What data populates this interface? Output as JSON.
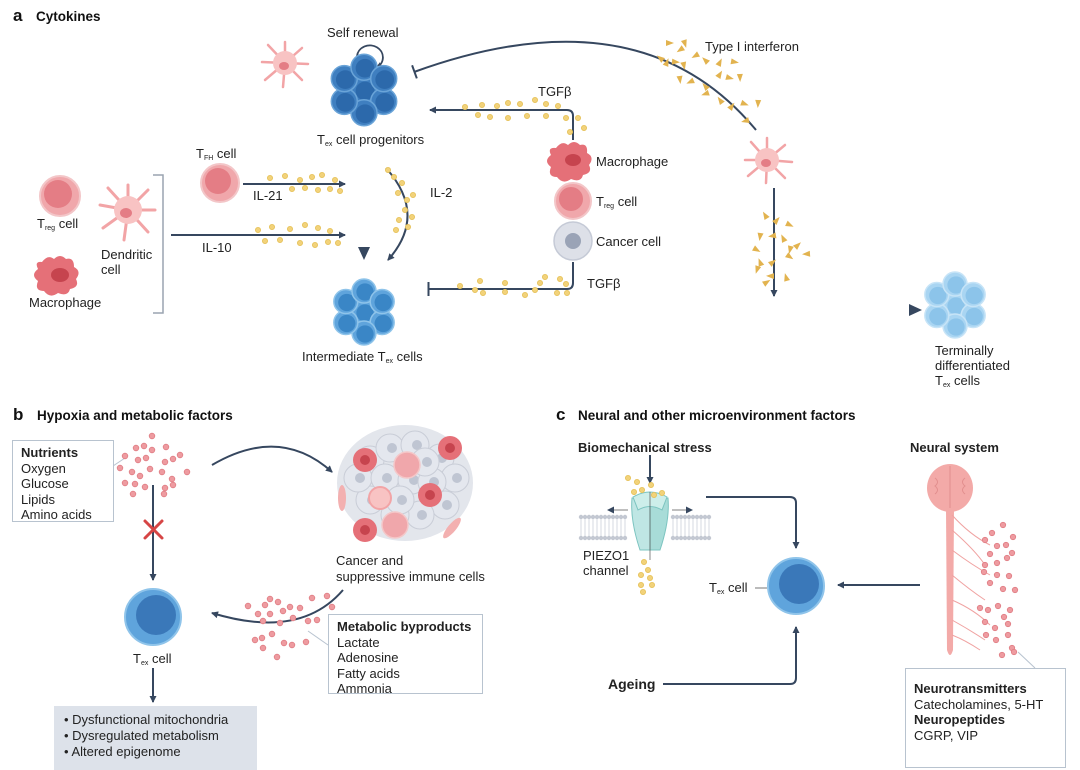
{
  "panel_a": {
    "letter": "a",
    "title": "Cytokines",
    "self_renewal": "Self renewal",
    "progenitors": {
      "pre": "T",
      "sub": "ex",
      "post": " cell progenitors"
    },
    "intermediate": {
      "pre": "Intermediate T",
      "sub": "ex",
      "post": " cells"
    },
    "terminal": {
      "line1": "Terminally",
      "line2": "differentiated",
      "pre": "T",
      "sub": "ex",
      "post": " cells"
    },
    "tfh": {
      "pre": "T",
      "sub": "FH",
      "post": " cell"
    },
    "treg_left": {
      "pre": "T",
      "sub": "reg",
      "post": " cell"
    },
    "dendritic": {
      "line1": "Dendritic",
      "line2": "cell"
    },
    "macrophage_left": "Macrophage",
    "il21": "IL-21",
    "il10": "IL-10",
    "il2": "IL-2",
    "tgfb_top": "TGFβ",
    "tgfb_bottom": "TGFβ",
    "macrophage_mid": "Macrophage",
    "treg_mid": {
      "pre": "T",
      "sub": "reg",
      "post": " cell"
    },
    "cancer_cell": "Cancer cell",
    "type1_ifn": "Type I interferon"
  },
  "panel_b": {
    "letter": "b",
    "title": "Hypoxia and metabolic factors",
    "nutrients": {
      "heading": "Nutrients",
      "items": [
        "Oxygen",
        "Glucose",
        "Lipids",
        "Amino acids"
      ]
    },
    "tumor_label": {
      "line1": "Cancer and",
      "line2": "suppressive immune cells"
    },
    "tex_cell": {
      "pre": "T",
      "sub": "ex",
      "post": " cell"
    },
    "byproducts": {
      "heading": "Metabolic byproducts",
      "items": [
        "Lactate",
        "Adenosine",
        "Fatty acids",
        "Ammonia"
      ]
    },
    "outcomes": [
      "Dysfunctional mitochondria",
      "Dysregulated metabolism",
      "Altered epigenome"
    ]
  },
  "panel_c": {
    "letter": "c",
    "title": "Neural and other microenvironment factors",
    "biomech": "Biomechanical stress",
    "piezo": {
      "line1": "PIEZO1",
      "line2": "channel"
    },
    "tex_cell": {
      "pre": "T",
      "sub": "ex",
      "post": " cell"
    },
    "neural": "Neural system",
    "ageing": "Ageing",
    "neuro_box": {
      "h1": "Neurotransmitters",
      "t1": "Catecholamines, 5-HT",
      "h2": "Neuropeptides",
      "t2": "CGRP, VIP"
    }
  },
  "colors": {
    "arrow": "#36475f",
    "tcell_blue": "#4a8cc9",
    "tcell_light": "#8fc4ea",
    "pink_cell": "#e88c92",
    "cytokine_yellow": "#f2d27a",
    "ifn_gold": "#e2b34f",
    "metabolite_pink": "#ee9ba0",
    "outcome_bg": "#dde2ea"
  }
}
